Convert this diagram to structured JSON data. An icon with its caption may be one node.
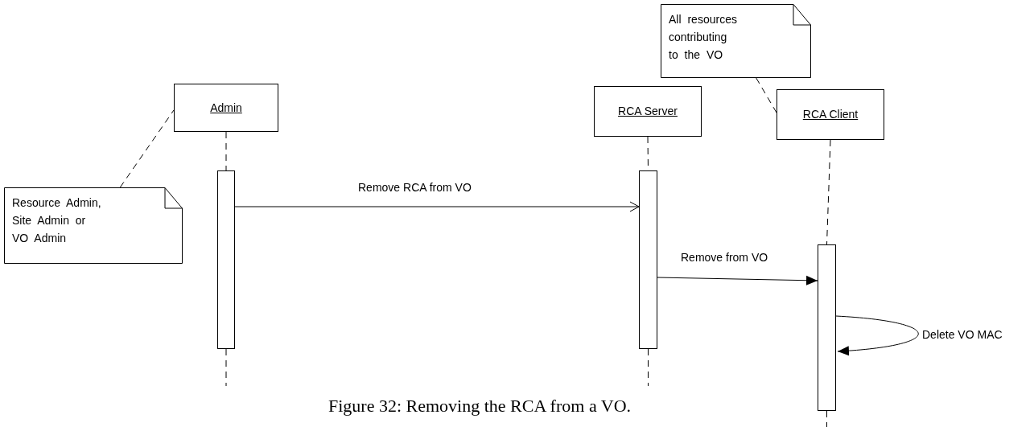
{
  "diagram": {
    "caption": "Figure 32: Removing the RCA from a VO.",
    "nodes": [
      {
        "text": [
          "Admin"
        ]
      },
      {
        "text": [
          "RCA Server"
        ]
      },
      {
        "text": [
          "RCA Client"
        ]
      },
      {
        "text": [
          "Resource Admin, Site Admin or VO Admin"
        ]
      },
      {
        "text": [
          "All resources contributing to the VO"
        ]
      },
      {
        "text": [],
        "shape": "bar"
      },
      {
        "text": [],
        "shape": "bar"
      },
      {
        "text": [],
        "shape": "bar"
      }
    ],
    "edges": [
      {
        "from": 3,
        "to": 0,
        "arrow": "none",
        "style": "dashed"
      },
      {
        "from": 4,
        "to": 2,
        "arrow": "none",
        "style": "dashed"
      },
      {
        "from": 0,
        "to": 5,
        "arrow": "none",
        "style": "dashed"
      },
      {
        "from": 1,
        "to": 6,
        "arrow": "none",
        "style": "dashed"
      },
      {
        "from": 2,
        "to": 7,
        "arrow": "none",
        "style": "dashed"
      },
      {
        "from": 5,
        "to": 6,
        "arrow": "to",
        "label": "Remove RCA from VO"
      },
      {
        "from": 6,
        "to": 7,
        "arrow": "to",
        "label": "Remove from VO"
      },
      {
        "from": 7,
        "to": 7,
        "arrow": "to",
        "label": "Delete VO MAC"
      },
      {
        "from": 5,
        "to": null,
        "arrow": "none",
        "style": "dashed"
      },
      {
        "from": 6,
        "to": null,
        "arrow": "none",
        "style": "dashed"
      },
      {
        "from": 7,
        "to": null,
        "arrow": "none",
        "style": "dashed"
      }
    ]
  }
}
